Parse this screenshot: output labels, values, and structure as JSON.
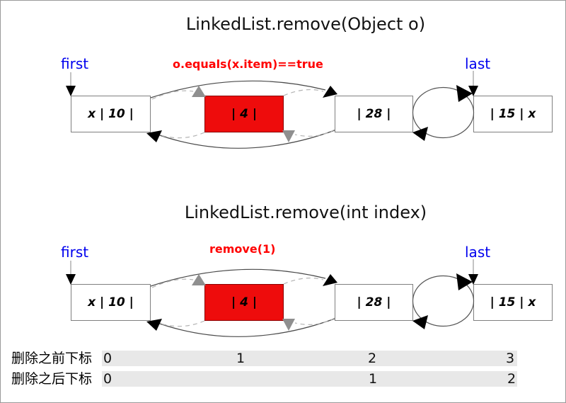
{
  "diagrams": [
    {
      "title": "LinkedList.remove(Object o)",
      "first_label": "first",
      "last_label": "last",
      "annotation": "o.equals(x.item)==true",
      "nodes": [
        {
          "label": "x | 10 |"
        },
        {
          "label": "| 4 |"
        },
        {
          "label": "| 28 |"
        },
        {
          "label": "| 15 | x"
        }
      ]
    },
    {
      "title": "LinkedList.remove(int index)",
      "first_label": "first",
      "last_label": "last",
      "annotation": "remove(1)",
      "nodes": [
        {
          "label": "x | 10 |"
        },
        {
          "label": "| 4 |"
        },
        {
          "label": "| 28 |"
        },
        {
          "label": "| 15 | x"
        }
      ]
    }
  ],
  "index_table": {
    "rows": [
      {
        "label": "删除之前下标",
        "values": [
          "0",
          "1",
          "2",
          "3"
        ]
      },
      {
        "label": "删除之后下标",
        "values": [
          "0",
          "1",
          "2"
        ]
      }
    ]
  },
  "colors": {
    "pointer_label_blue": "#0000ee",
    "annotation_red": "#ff0000",
    "removed_node_fill": "#ee0c0c",
    "node_border_gray": "#7f7f7f",
    "index_band_gray": "#e8e8e8"
  }
}
